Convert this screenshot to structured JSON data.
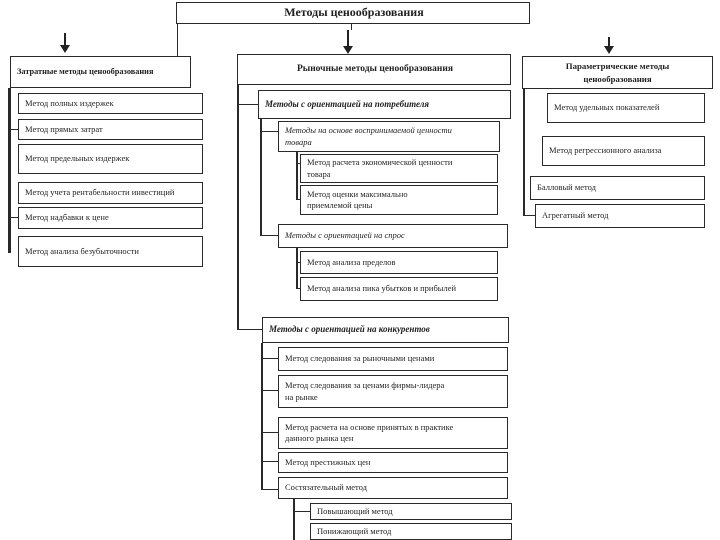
{
  "title": "Методы ценообразования",
  "accent_color": "#2a2a2a",
  "background_color": "#ffffff",
  "columns": {
    "left": {
      "header": "Затратные методы ценообразования",
      "items": [
        "Метод полных издержек",
        "Метод прямых затрат",
        "Метод предельных издержек",
        "Метод учета рентабельности инвестиций",
        "Метод надбавки к цене",
        "Метод анализа безубыточности"
      ]
    },
    "middle": {
      "header": "Рыночные методы ценообразования",
      "groups": [
        {
          "label": "Методы с ориентацией на потребителя",
          "subgroups": [
            {
              "label": "Методы на основе воспринимаемой ценности товара",
              "items": [
                "Метод расчета экономической ценности товара",
                "Метод оценки максимально приемлемой цены"
              ]
            },
            {
              "label": "Методы с ориентацией на спрос",
              "items": [
                "Метод анализа пределов",
                "Метод анализа пика убытков и прибылей"
              ]
            }
          ]
        },
        {
          "label": "Методы с ориентацией на конкурентов",
          "items": [
            "Метод следования за рыночными ценами",
            "Метод следования за ценами фирмы-лидера на рынке",
            "Метод расчета на основе принятых в практике данного рынка цен",
            "Метод престижных цен",
            "Состязательный метод"
          ],
          "sub_items": [
            "Повышающий метод",
            "Понижающий метод"
          ]
        }
      ]
    },
    "right": {
      "header": "Параметрические методы ценообразования",
      "items": [
        "Метод удельных показателей",
        "Метод регрессионного анализа",
        "Балловый метод",
        "Агрегатный метод"
      ]
    }
  }
}
